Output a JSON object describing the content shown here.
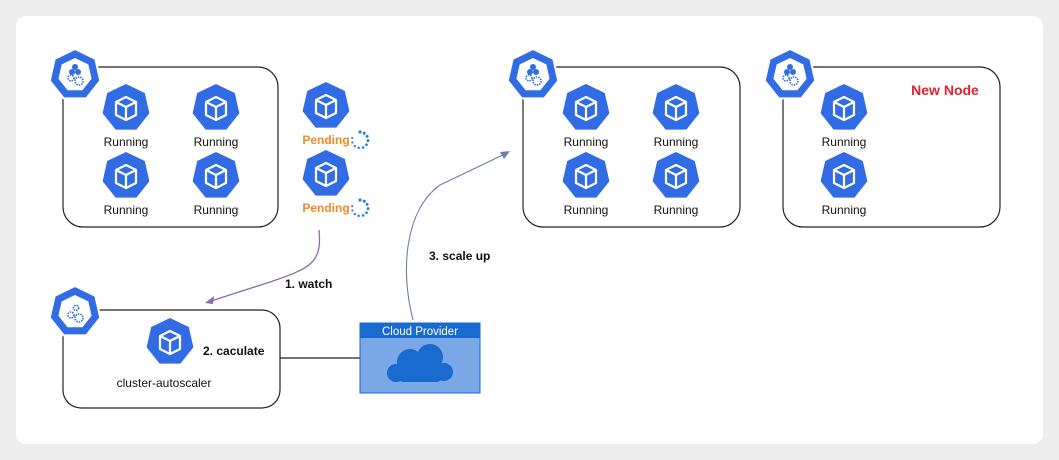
{
  "colors": {
    "pod": "#326ce5",
    "pending": "#f08a24",
    "new_node": "#e8202e",
    "watch_arrow": "#8a6aa8",
    "scale_arrow": "#6a7fa8",
    "cloud_header": "#1a6bd0",
    "cloud_body": "#7aa7e6"
  },
  "clusters": {
    "left_node": {
      "pods": [
        "Running",
        "Running",
        "Running",
        "Running"
      ]
    },
    "pending_pods": [
      "Pending",
      "Pending"
    ],
    "right_node": {
      "pods": [
        "Running",
        "Running",
        "Running",
        "Running"
      ]
    },
    "new_node": {
      "title": "New Node",
      "pods": [
        "Running",
        "Running"
      ]
    }
  },
  "autoscaler": {
    "label": "cluster-autoscaler",
    "step": "2. caculate"
  },
  "cloud_provider": {
    "title": "Cloud Provider",
    "icon": "cloud-icon"
  },
  "arrows": {
    "watch": "1. watch",
    "scale_up": "3. scale up"
  }
}
